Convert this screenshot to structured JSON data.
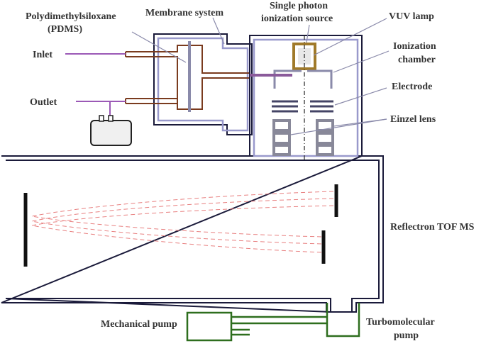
{
  "labels": {
    "pdms_line1": "Polydimethylsiloxane",
    "pdms_line2": "(PDMS)",
    "membrane_system": "Membrane system",
    "source_line1": "Single photon",
    "source_line2": "ionization source",
    "vuv_lamp": "VUV lamp",
    "ion_chamber_line1": "Ionization",
    "ion_chamber_line2": "chamber",
    "electrode": "Electrode",
    "einzel_lens": "Einzel lens",
    "inlet": "Inlet",
    "outlet": "Outlet",
    "reflectron": "Reflectron TOF MS",
    "mech_pump": "Mechanical pump",
    "turbo_line1": "Turbomolecular",
    "turbo_line2": "pump"
  },
  "colors": {
    "chamber_outline": "#1a1a3a",
    "chamber_inner": "#9999cc",
    "membrane_tube": "#7a3b1e",
    "membrane": "#8a8aaa",
    "inlet_line": "#9b59b6",
    "lamp": "#a07a2a",
    "electrode": "#444466",
    "einzel": "#888899",
    "flight_path": "#e88080",
    "pump": "#2e6e1e",
    "leader": "#8a8aaa"
  }
}
